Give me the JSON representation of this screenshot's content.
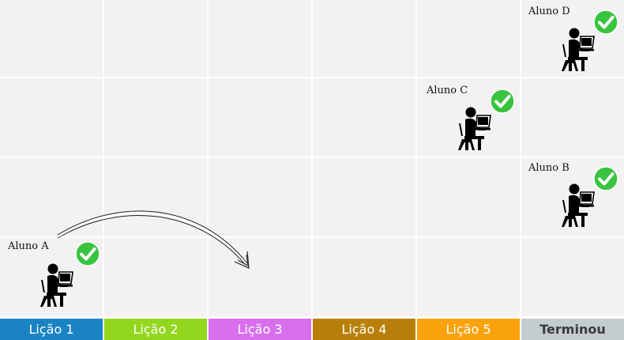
{
  "lessons": [
    {
      "label": "Lição 1",
      "color": "#1a83c4"
    },
    {
      "label": "Lição 2",
      "color": "#93d61e"
    },
    {
      "label": "Lição 3",
      "color": "#d870ee"
    },
    {
      "label": "Lição 4",
      "color": "#b8800a"
    },
    {
      "label": "Lição 5",
      "color": "#f9a20e"
    },
    {
      "label": "Terminou",
      "color": "#c3cccf"
    }
  ],
  "students": [
    {
      "label": "Aluno D",
      "icon": "student-at-laptop-icon",
      "status_icon": "check-icon"
    },
    {
      "label": "Aluno C",
      "icon": "student-at-laptop-icon",
      "status_icon": "check-icon"
    },
    {
      "label": "Aluno B",
      "icon": "student-at-laptop-icon",
      "status_icon": "check-icon"
    },
    {
      "label": "Aluno A",
      "icon": "student-at-laptop-icon",
      "status_icon": "check-icon"
    }
  ],
  "colors": {
    "cell": "#f2f2f2",
    "check": "#39c43f"
  }
}
